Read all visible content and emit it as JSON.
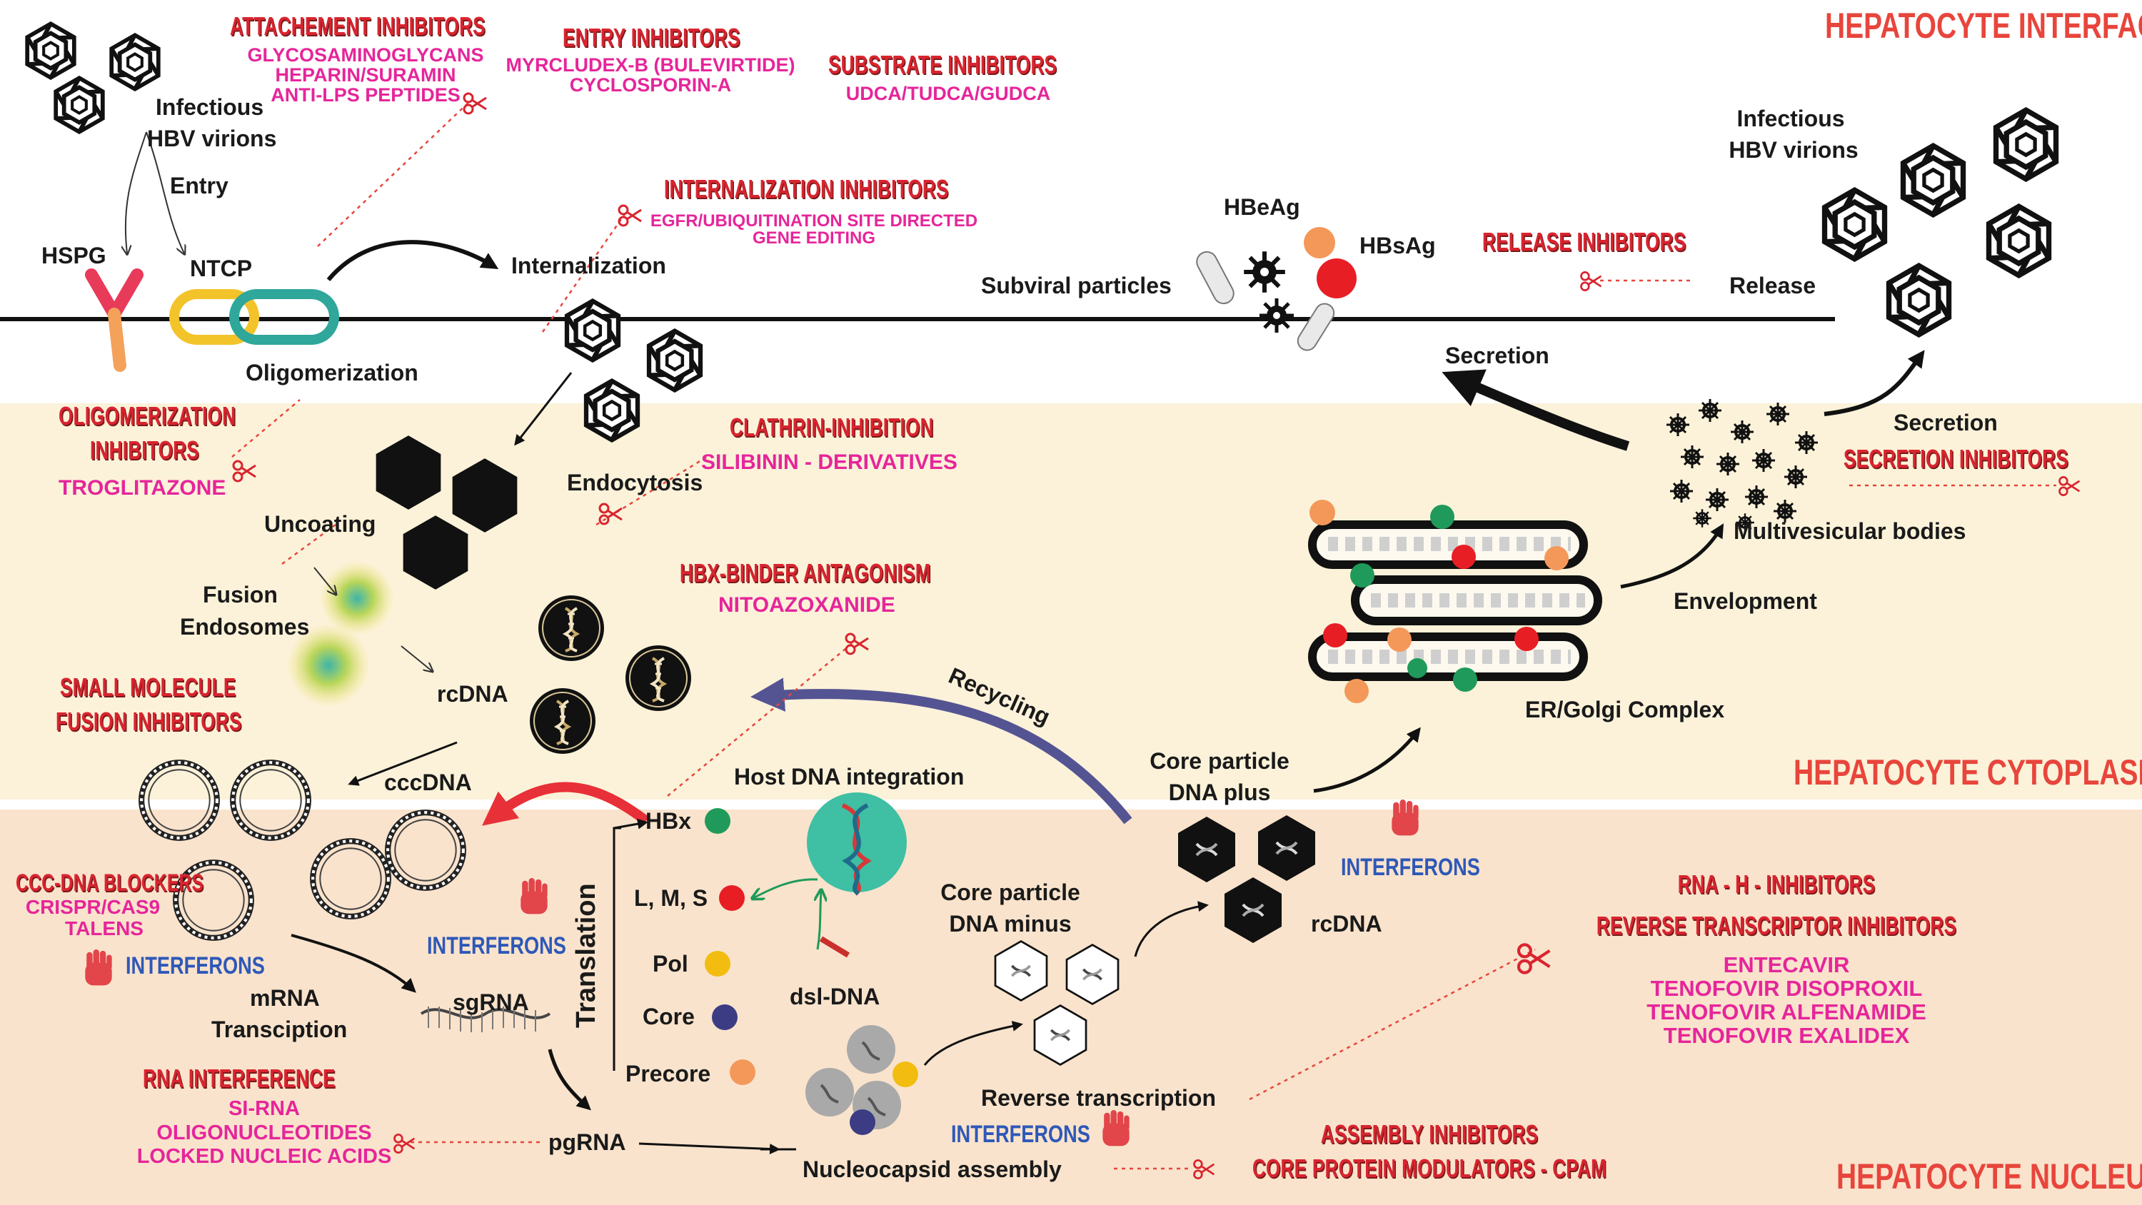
{
  "colors": {
    "cytoplasm_bg": "#fbf2d9",
    "nucleus_bg": "#f9e3cc",
    "inhibitor_red": "#d9242f",
    "drug_magenta": "#e6259a",
    "interferon_blue": "#2e58b8",
    "zone_label_red": "#e8453c",
    "recycling_purple": "#545493",
    "hbx_arrow_red": "#e83038"
  },
  "zones": {
    "interface": "HEPATOCYTE INTERFACE",
    "cytoplasm": "HEPATOCYTE CYTOPLASM",
    "nucleus": "HEPATOCYTE NUCLEUS"
  },
  "labels": {
    "infectious_virions_left": [
      "Infectious",
      "HBV virions"
    ],
    "entry": "Entry",
    "hspg": "HSPG",
    "ntcp": "NTCP",
    "oligomerization": "Oligomerization",
    "internalization": "Internalization",
    "endocytosis": "Endocytosis",
    "uncoating": "Uncoating",
    "fusion_endosomes": [
      "Fusion",
      "Endosomes"
    ],
    "rcdna_cyto": "rcDNA",
    "cccdna": "cccDNA",
    "hbx": "HBx",
    "host_dna_integration": "Host DNA integration",
    "translation": "Translation",
    "lms": "L, M, S",
    "pol": "Pol",
    "core": "Core",
    "precore": "Precore",
    "dsl_dna": "dsl-DNA",
    "mrna_transcription": [
      "mRNA",
      "Transciption"
    ],
    "sgrna": "sgRNA",
    "pgrna": "pgRNA",
    "nucleocapsid_assembly": "Nucleocapsid assembly",
    "reverse_transcription": "Reverse transcription",
    "core_particle_minus": [
      "Core particle",
      "DNA minus"
    ],
    "core_particle_plus": [
      "Core particle",
      "DNA plus"
    ],
    "rcdna_nuc": "rcDNA",
    "recycling": "Recycling",
    "er_golgi": "ER/Golgi Complex",
    "envelopment": "Envelopment",
    "multivesicular_bodies": "Multivesicular bodies",
    "secretion_left": "Secretion",
    "secretion_right": "Secretion",
    "hbeag": "HBeAg",
    "hbsag": "HBsAg",
    "subviral_particles": "Subviral particles",
    "release": "Release",
    "infectious_virions_right": [
      "Infectious",
      "HBV virions"
    ]
  },
  "inhibitors": {
    "attachment": {
      "title": "ATTACHEMENT INHIBITORS",
      "drugs": [
        "GLYCOSAMINOGLYCANS",
        "HEPARIN/SURAMIN",
        "ANTI-LPS PEPTIDES"
      ]
    },
    "entry": {
      "title": "ENTRY INHIBITORS",
      "drugs": [
        "MYRCLUDEX-B (BULEVIRTIDE)",
        "CYCLOSPORIN-A"
      ]
    },
    "substrate": {
      "title": "SUBSTRATE INHIBITORS",
      "drugs": [
        "UDCA/TUDCA/GUDCA"
      ]
    },
    "internalization": {
      "title": "INTERNALIZATION INHIBITORS",
      "drugs": [
        "EGFR/UBIQUITINATION SITE DIRECTED",
        "GENE EDITING"
      ]
    },
    "release": {
      "title": "RELEASE INHIBITORS"
    },
    "oligomerization": {
      "title": [
        "OLIGOMERIZATION",
        "INHIBITORS"
      ],
      "drugs": [
        "TROGLITAZONE"
      ]
    },
    "clathrin": {
      "title": "CLATHRIN-INHIBITION",
      "drugs": [
        "SILIBININ - DERIVATIVES"
      ]
    },
    "secretion": {
      "title": "SECRETION INHIBITORS"
    },
    "hbx_binder": {
      "title": "HBX-BINDER ANTAGONISM",
      "drugs": [
        "NITOAZOXANIDE"
      ]
    },
    "fusion": {
      "title": [
        "SMALL MOLECULE",
        "FUSION INHIBITORS"
      ]
    },
    "cccdna_blockers": {
      "title": "CCC-DNA BLOCKERS",
      "drugs": [
        "CRISPR/CAS9",
        "TALENS"
      ]
    },
    "rna_interference": {
      "title": "RNA INTERFERENCE",
      "drugs": [
        "SI-RNA",
        "OLIGONUCLEOTIDES",
        "LOCKED NUCLEIC ACIDS"
      ]
    },
    "rnah": {
      "title": [
        "RNA - H - INHIBITORS",
        "REVERSE TRANSCRIPTOR INHIBITORS"
      ],
      "drugs": [
        "ENTECAVIR",
        "TENOFOVIR DISOPROXIL",
        "TENOFOVIR ALFENAMIDE",
        "TENOFOVIR EXALIDEX"
      ]
    },
    "assembly": {
      "title": [
        "ASSEMBLY INHIBITORS",
        "CORE PROTEIN MODULATORS - CPAM"
      ]
    }
  },
  "interferons": [
    "INTERFERONS",
    "INTERFERONS",
    "INTERFERONS",
    "INTERFERONS"
  ],
  "icons": [
    "hbv-virion-icon",
    "dna-helix-icon",
    "scissors-icon",
    "stop-hand-icon",
    "cccdna-ring-icon",
    "cell-receptor-icon",
    "ntcp-chain-icon",
    "multivesicular-body-icon",
    "er-golgi-icon"
  ]
}
